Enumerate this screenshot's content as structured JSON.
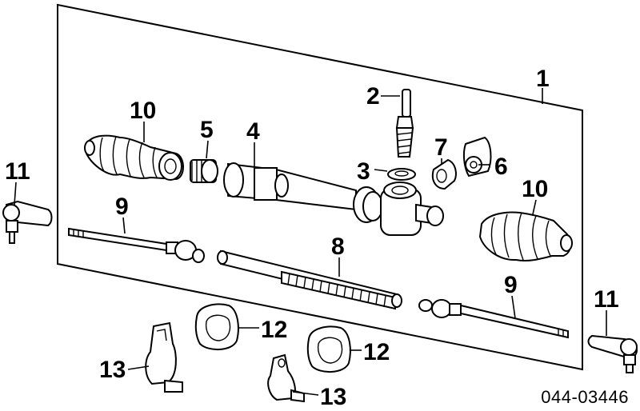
{
  "diagram": {
    "catalog_code": "044-03446",
    "callouts": {
      "c1": "1",
      "c2": "2",
      "c3": "3",
      "c4": "4",
      "c5": "5",
      "c6": "6",
      "c7": "7",
      "c8": "8",
      "c9a": "9",
      "c9b": "9",
      "c10a": "10",
      "c10b": "10",
      "c11a": "11",
      "c11b": "11",
      "c12a": "12",
      "c12b": "12",
      "c13a": "13",
      "c13b": "13"
    }
  }
}
